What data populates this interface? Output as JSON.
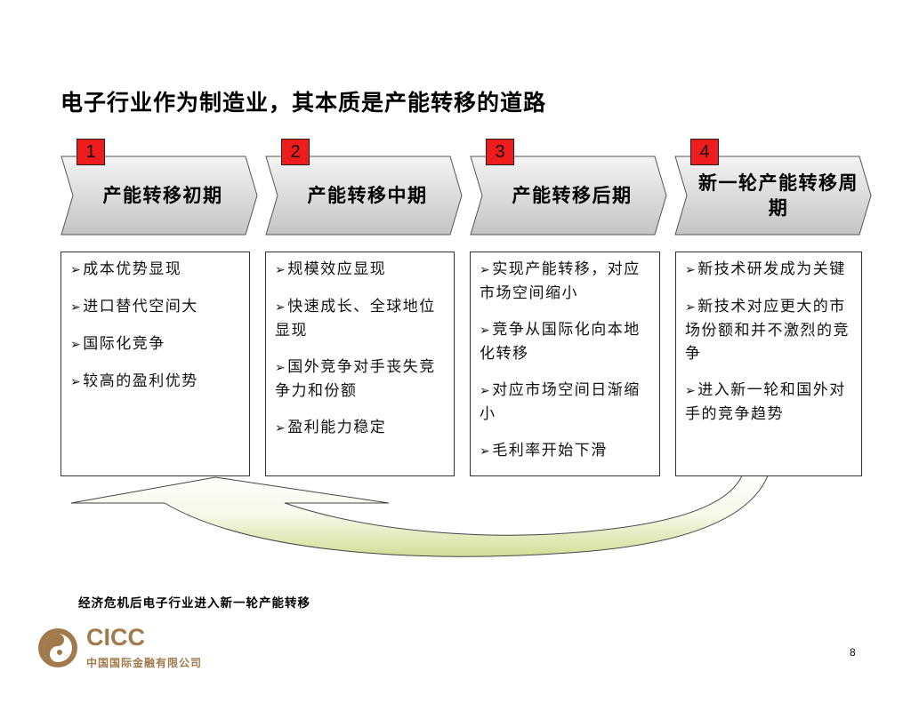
{
  "title": "电子行业作为制造业，其本质是产能转移的道路",
  "phases": [
    {
      "number": "1",
      "label": "产能转移初期",
      "bullets": [
        "成本优势显现",
        "进口替代空间大",
        "国际化竞争",
        "较高的盈利优势"
      ]
    },
    {
      "number": "2",
      "label": "产能转移中期",
      "bullets": [
        "规模效应显现",
        "快速成长、全球地位显现",
        "国外竞争对手丧失竞争力和份额",
        "盈利能力稳定"
      ]
    },
    {
      "number": "3",
      "label": "产能转移后期",
      "bullets": [
        "实现产能转移，对应市场空间缩小",
        "竞争从国际化向本地化转移",
        "对应市场空间日渐缩小",
        "毛利率开始下滑"
      ]
    },
    {
      "number": "4",
      "label": "新一轮产能转移周期",
      "bullets": [
        "新技术研发成为关键",
        "新技术对应更大的市场份额和并不激烈的竞争",
        "进入新一轮和国外对手的竞争趋势"
      ]
    }
  ],
  "bullet_marker": "➢",
  "footnote": "经济危机后电子行业进入新一轮产能转移",
  "logo": {
    "name": "CICC",
    "subtitle": "中国国际金融有限公司"
  },
  "page_number": "8",
  "colors": {
    "badge": "#ee1c1c",
    "chevron_top": "#f4f4f4",
    "chevron_bottom": "#c4c4c4",
    "arrow_top": "#ffffff",
    "arrow_mid": "#f7f9ea",
    "arrow_bottom": "#d2de96",
    "logo": "#a07a4a"
  }
}
